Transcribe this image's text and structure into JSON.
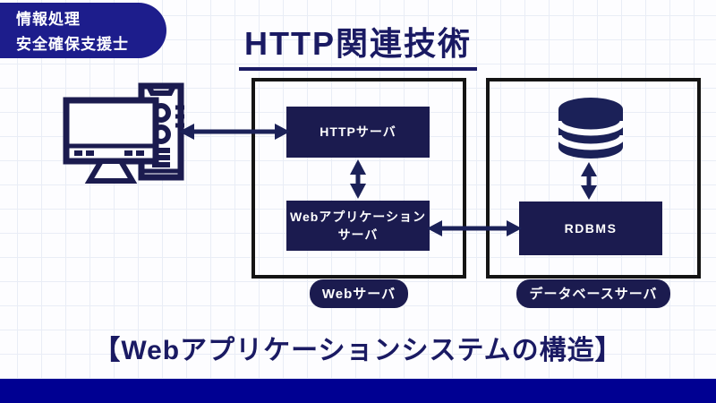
{
  "colors": {
    "navy_node": "#1b1b4f",
    "navy_arrow": "#1b2158",
    "badge_blue": "#1d1d8c",
    "bottom_bar_blue": "#000092",
    "title_navy": "#1a1a63",
    "container_border": "#141414",
    "grid_line": "#e9edf6",
    "node_text": "#ffffff"
  },
  "badge": {
    "line1": "情報処理",
    "line2": "安全確保支援士"
  },
  "title": "HTTP関連技術",
  "diagram": {
    "client": {
      "icon": "desktop-computer-icon"
    },
    "web_server": {
      "tag": "Webサーバ",
      "http_server": "HTTPサーバ",
      "app_server_line1": "Webアプリケーション",
      "app_server_line2": "サーバ"
    },
    "db_server": {
      "tag": "データベースサーバ",
      "rdbms": "RDBMS",
      "icon": "database-icon"
    }
  },
  "caption": "【Webアプリケーションシステムの構造】"
}
